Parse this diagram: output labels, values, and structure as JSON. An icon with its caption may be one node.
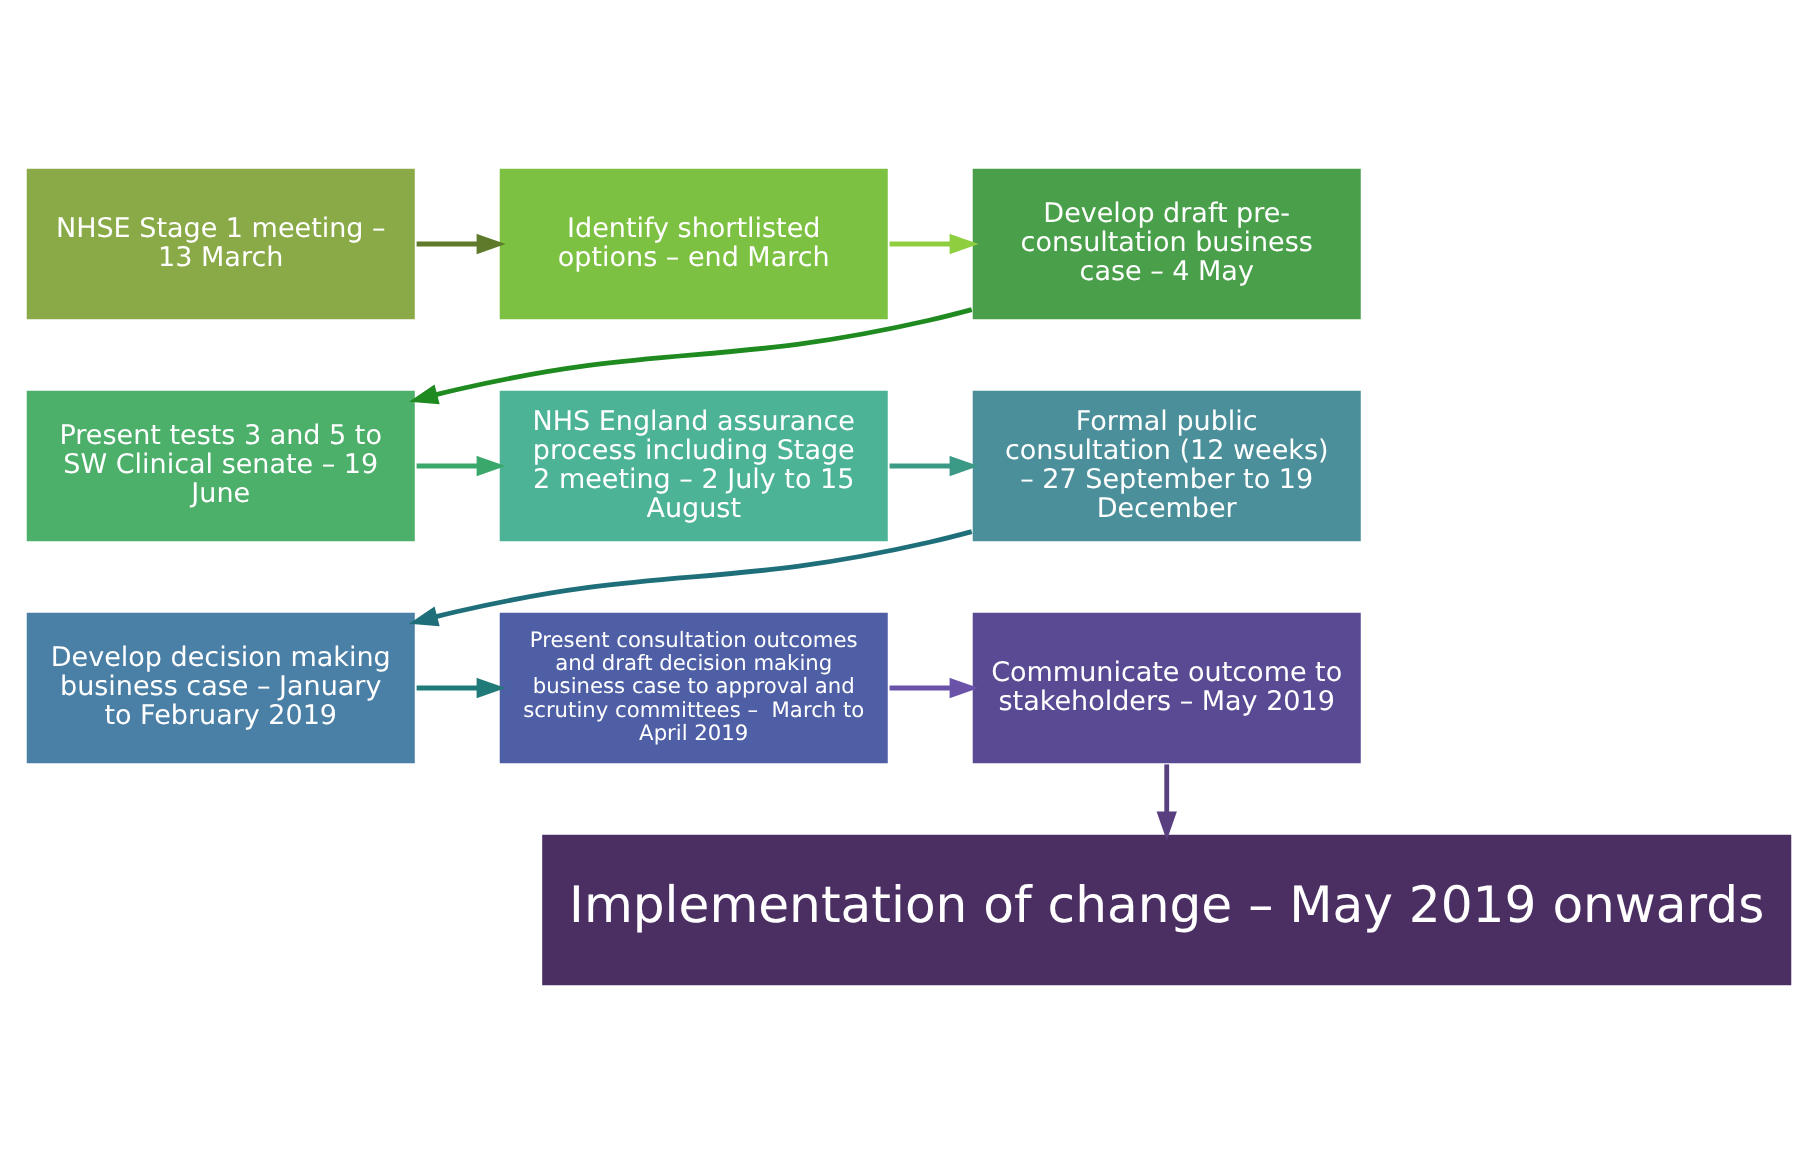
{
  "diagram": {
    "nodes": [
      {
        "text": [
          "NHSE Stage 1 meeting – 13 March"
        ]
      },
      {
        "text": [
          "Identify shortlisted options – end March"
        ]
      },
      {
        "text": [
          "Develop draft pre-consultation business case – 4 May"
        ]
      },
      {
        "text": [
          "Present tests 3 and 5 to SW Clinical senate – 19 June"
        ]
      },
      {
        "text": [
          "NHS England assurance process including Stage 2 meeting – 2 July to 15 August"
        ]
      },
      {
        "text": [
          "Formal public consultation (12 weeks) – 27 September to 19 December"
        ]
      },
      {
        "text": [
          "Develop decision making business case – January to February 2019"
        ]
      },
      {
        "text": [
          "Present consultation outcomes and draft decision making business case to approval and scrutiny committees –  March to April 2019"
        ]
      },
      {
        "text": [
          "Communicate outcome to stakeholders – May 2019"
        ]
      },
      {
        "text": [
          "Implementation of change – May 2019 onwards"
        ]
      }
    ],
    "edges": [
      {
        "from": 0,
        "to": 1,
        "arrow": "to",
        "color": "#5e7a2a"
      },
      {
        "from": 1,
        "to": 2,
        "arrow": "to",
        "color": "#8fce3f"
      },
      {
        "from": 2,
        "to": 3,
        "arrow": "to",
        "color": "#1f8a1f"
      },
      {
        "from": 3,
        "to": 4,
        "arrow": "to",
        "color": "#3aa86a"
      },
      {
        "from": 4,
        "to": 5,
        "arrow": "to",
        "color": "#3a9a86"
      },
      {
        "from": 5,
        "to": 6,
        "arrow": "to",
        "color": "#1f6f7a"
      },
      {
        "from": 6,
        "to": 7,
        "arrow": "to",
        "color": "#1f7a78"
      },
      {
        "from": 7,
        "to": 8,
        "arrow": "to",
        "color": "#6a52a8"
      },
      {
        "from": 8,
        "to": 9,
        "arrow": "to",
        "color": "#5a3f80"
      }
    ]
  }
}
